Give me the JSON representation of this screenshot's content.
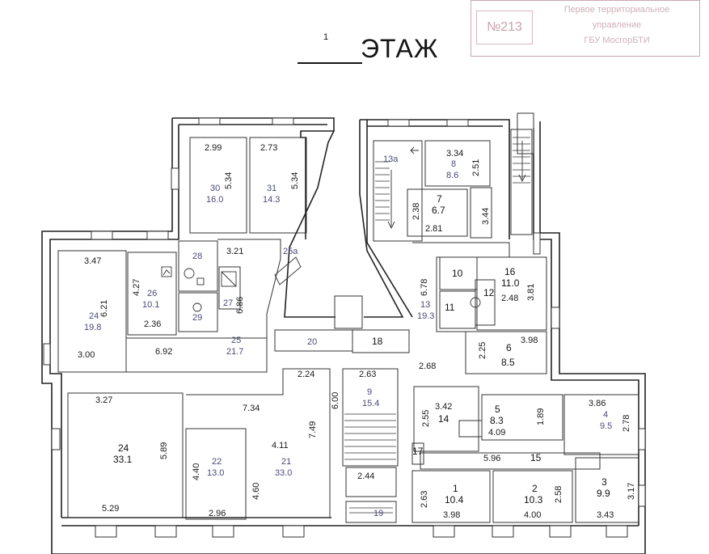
{
  "header": {
    "floor_number": "1",
    "floor_word": "ЭТАЖ"
  },
  "stamp": {
    "number": "№213",
    "org_line1": "Первое территориальное",
    "org_line2": "управление",
    "org_line3": "ГБУ МосгорБТИ"
  },
  "rooms": [
    {
      "id": "30",
      "area": "16.0",
      "dims": [
        "2.99",
        "5.34"
      ]
    },
    {
      "id": "31",
      "area": "14.3",
      "dims": [
        "2.73",
        "5.34"
      ]
    },
    {
      "id": "28",
      "area": "",
      "dims": []
    },
    {
      "id": "25a",
      "area": "",
      "dims": []
    },
    {
      "id": "24",
      "area": "19.8",
      "dims": [
        "3.47",
        "6.21",
        "3.00"
      ]
    },
    {
      "id": "26",
      "area": "10.1",
      "dims": [
        "4.27",
        "2.36"
      ]
    },
    {
      "id": "27",
      "area": "",
      "dims": []
    },
    {
      "id": "29",
      "area": "",
      "dims": []
    },
    {
      "id": "25",
      "area": "21.7",
      "dims": [
        "3.21",
        "6.86",
        "6.92"
      ]
    },
    {
      "id": "20",
      "area": "",
      "dims": []
    },
    {
      "id": "18",
      "area": "",
      "dims": []
    },
    {
      "id": "13а",
      "area": "",
      "dims": []
    },
    {
      "id": "8",
      "area": "8.6",
      "dims": [
        "3.34",
        "2.51"
      ]
    },
    {
      "id": "7",
      "area": "6.7",
      "dims": [
        "2.38",
        "2.81",
        "3.44"
      ]
    },
    {
      "id": "10",
      "area": "",
      "dims": []
    },
    {
      "id": "16",
      "area": "11.0",
      "dims": [
        "2.48",
        "3.81"
      ]
    },
    {
      "id": "12",
      "area": "",
      "dims": []
    },
    {
      "id": "11",
      "area": "",
      "dims": []
    },
    {
      "id": "13",
      "area": "19.3",
      "dims": [
        "6.78",
        "2.68"
      ]
    },
    {
      "id": "6",
      "area": "8.5",
      "dims": [
        "2.25",
        "3.98"
      ]
    },
    {
      "id": "24",
      "area": "33.1",
      "dims": [
        "3.27",
        "5.89",
        "5.29"
      ]
    },
    {
      "id": "22",
      "area": "13.0",
      "dims": [
        "4.40",
        "2.96"
      ]
    },
    {
      "id": "21",
      "area": "33.0",
      "dims": [
        "2.24",
        "7.34",
        "4.11",
        "7.49",
        "4.60"
      ]
    },
    {
      "id": "9",
      "area": "15.4",
      "dims": [
        "2.63",
        "6.00"
      ]
    },
    {
      "id": "19",
      "area": "",
      "dims": [
        "2.44"
      ]
    },
    {
      "id": "14",
      "area": "",
      "dims": [
        "3.42",
        "2.55"
      ]
    },
    {
      "id": "5",
      "area": "8.3",
      "dims": [
        "4.09",
        "1.89"
      ]
    },
    {
      "id": "4",
      "area": "9.5",
      "dims": [
        "3.86",
        "2.78"
      ]
    },
    {
      "id": "17",
      "area": "",
      "dims": []
    },
    {
      "id": "15",
      "area": "",
      "dims": [
        "5.96"
      ]
    },
    {
      "id": "1",
      "area": "10.4",
      "dims": [
        "2.63",
        "3.98"
      ]
    },
    {
      "id": "2",
      "area": "10.3",
      "dims": [
        "2.58",
        "4.00"
      ]
    },
    {
      "id": "3",
      "area": "9.9",
      "dims": [
        "3.17",
        "3.43"
      ]
    }
  ]
}
